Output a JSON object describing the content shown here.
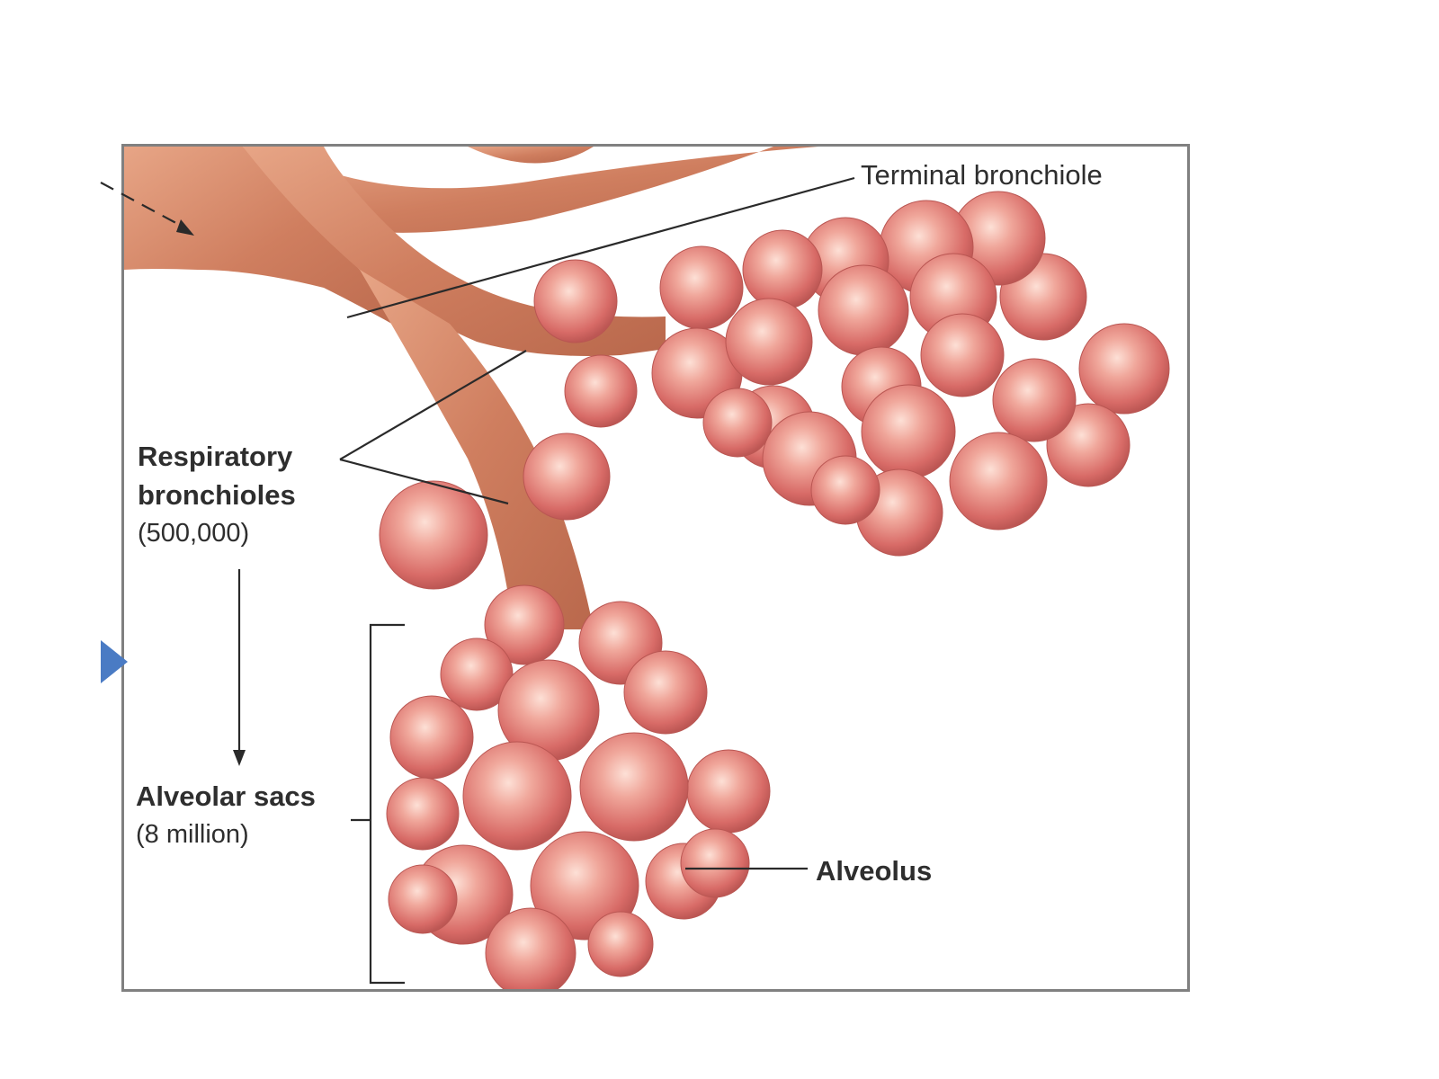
{
  "labels": {
    "terminal_bronchiole": "Terminal bronchiole",
    "respiratory_line1": "Respiratory",
    "respiratory_line2": "bronchioles",
    "respiratory_count": "(500,000)",
    "alveolar_sacs": "Alveolar sacs",
    "alveolar_count": "(8 million)",
    "alveolus": "Alveolus"
  },
  "colors": {
    "airway": "#c9775a",
    "airway_highlight": "#e6a585",
    "alveolus_base": "#d9706c",
    "alveolus_highlight": "#fbd6cc",
    "alveolus_edge": "#b95652",
    "leader_line": "#2a2a2a",
    "frame_border": "#808080",
    "nav_arrow": "#4a7bc4"
  }
}
